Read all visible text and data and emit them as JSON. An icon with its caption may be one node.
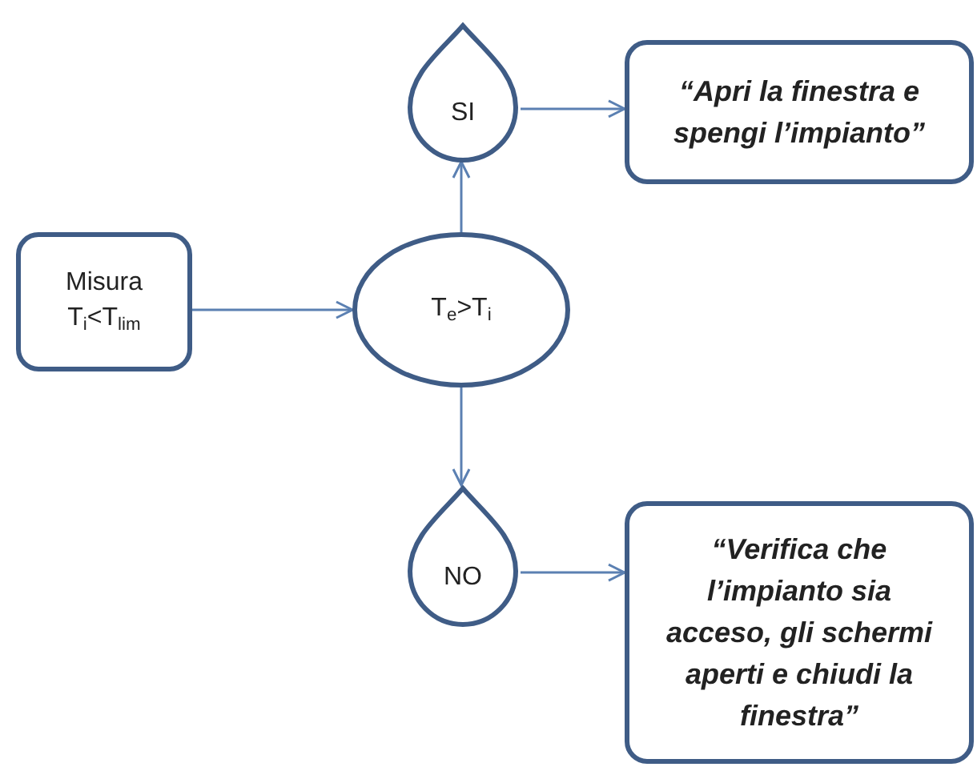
{
  "diagram": {
    "nodes": [
      {
        "text": [
          "Misura T$_{i}$<T$_{lim}$"
        ]
      },
      {
        "text": [
          "T$_{e}$>T$_{i}$"
        ]
      },
      {
        "text": [
          "SI"
        ]
      },
      {
        "text": [
          "“Apri la finestra e spengi l’impianto”"
        ]
      },
      {
        "text": [
          "NO"
        ]
      },
      {
        "text": [
          "“Verifica che l’impianto sia acceso, gli schermi aperti e chiudi la finestra”"
        ]
      }
    ],
    "edges": [
      {
        "from": 0,
        "to": 1,
        "arrow": "to"
      },
      {
        "from": 1,
        "to": 2,
        "arrow": "to"
      },
      {
        "from": 1,
        "to": 4,
        "arrow": "to"
      },
      {
        "from": 2,
        "to": 3,
        "arrow": "to"
      },
      {
        "from": 4,
        "to": 5,
        "arrow": "to"
      }
    ]
  }
}
